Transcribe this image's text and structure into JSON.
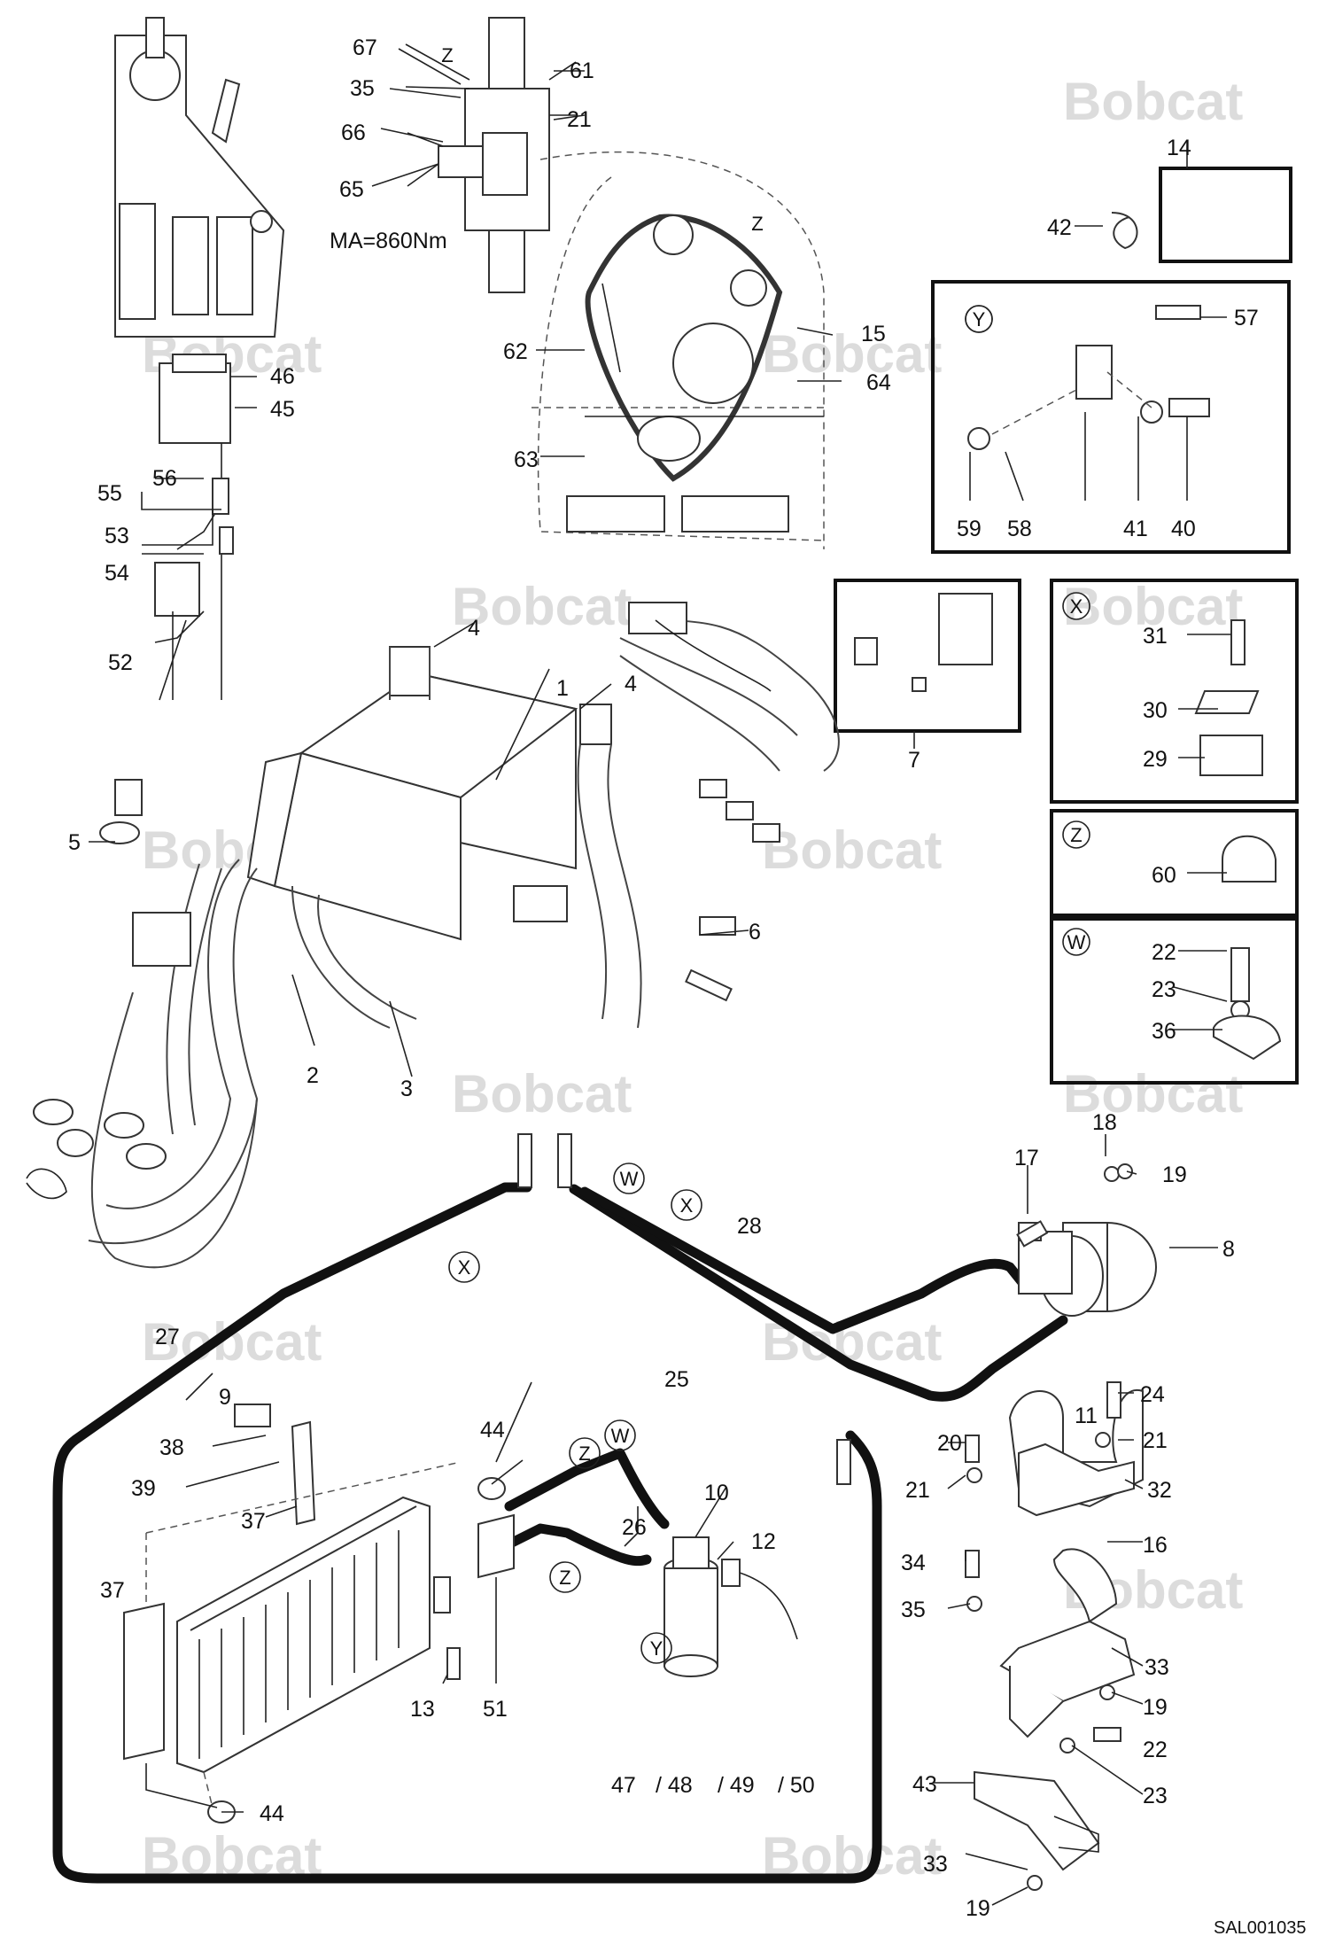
{
  "watermark": "Bobcat",
  "code": "SAL001035",
  "torque": "MA=860Nm",
  "callouts": [
    "1",
    "2",
    "3",
    "4",
    "4",
    "5",
    "6",
    "7",
    "8",
    "9",
    "10",
    "11",
    "12",
    "13",
    "14",
    "15",
    "16",
    "17",
    "18",
    "19",
    "19",
    "19",
    "19",
    "20",
    "21",
    "21",
    "21",
    "22",
    "22",
    "23",
    "23",
    "23",
    "24",
    "25",
    "26",
    "27",
    "28",
    "29",
    "30",
    "31",
    "32",
    "33",
    "33",
    "34",
    "35",
    "35",
    "36",
    "37",
    "37",
    "38",
    "39",
    "40",
    "41",
    "42",
    "43",
    "44",
    "44",
    "45",
    "46",
    "47",
    "/ 48",
    "/ 49",
    "/ 50",
    "51",
    "52",
    "53",
    "54",
    "55",
    "56",
    "57",
    "58",
    "59",
    "60",
    "61",
    "62",
    "63",
    "64",
    "65",
    "66",
    "67"
  ],
  "markers": [
    "Z",
    "Z",
    "Y",
    "X",
    "Z",
    "W",
    "W",
    "X",
    "X",
    "W",
    "Z",
    "Z",
    "Y"
  ],
  "colors": {
    "ink": "#111111",
    "watermark": "#dcdcdc",
    "paper": "#ffffff"
  }
}
